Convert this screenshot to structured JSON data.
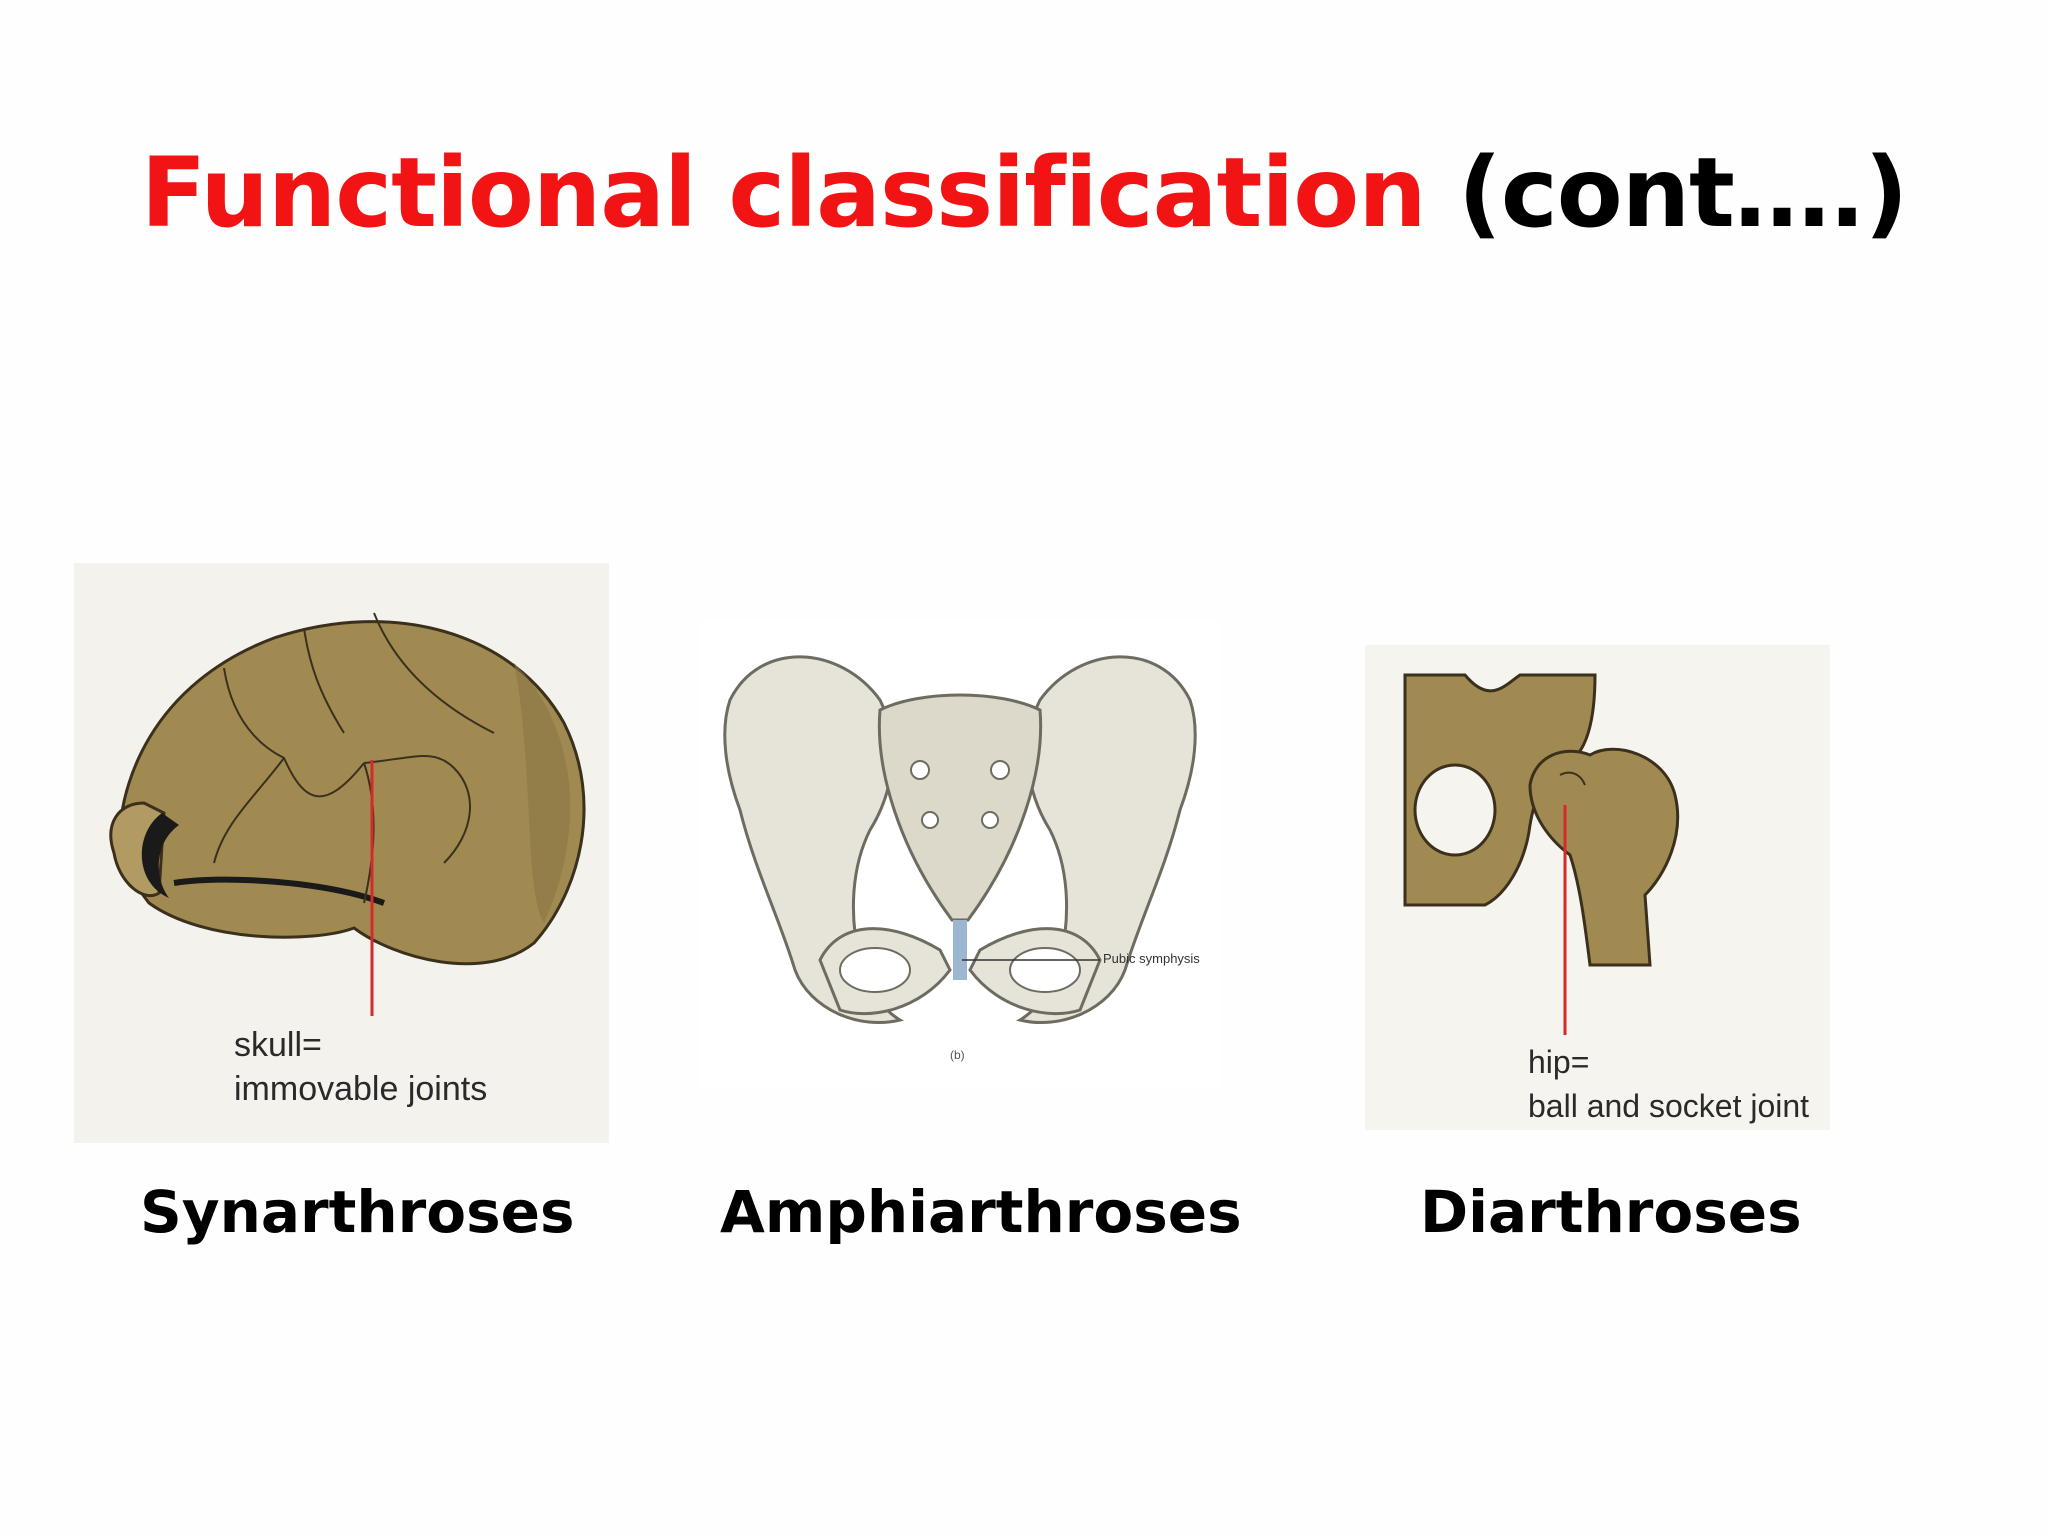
{
  "title": {
    "main": "Functional classification",
    "suffix": "(cont….)"
  },
  "panels": [
    {
      "caption": "Synarthroses",
      "label_line1": "skull=",
      "label_line2": "immovable joints"
    },
    {
      "caption": "Amphiarthroses",
      "callout": "Pubic symphysis",
      "figure_tag": "(b)"
    },
    {
      "caption": "Diarthroses",
      "label_line1": "hip=",
      "label_line2": "ball and socket joint"
    }
  ],
  "colors": {
    "title_red": "#f21414",
    "bone_brown": "#a08a52",
    "bone_light": "#e6e3d8",
    "pointer_red": "#d42a2a"
  }
}
